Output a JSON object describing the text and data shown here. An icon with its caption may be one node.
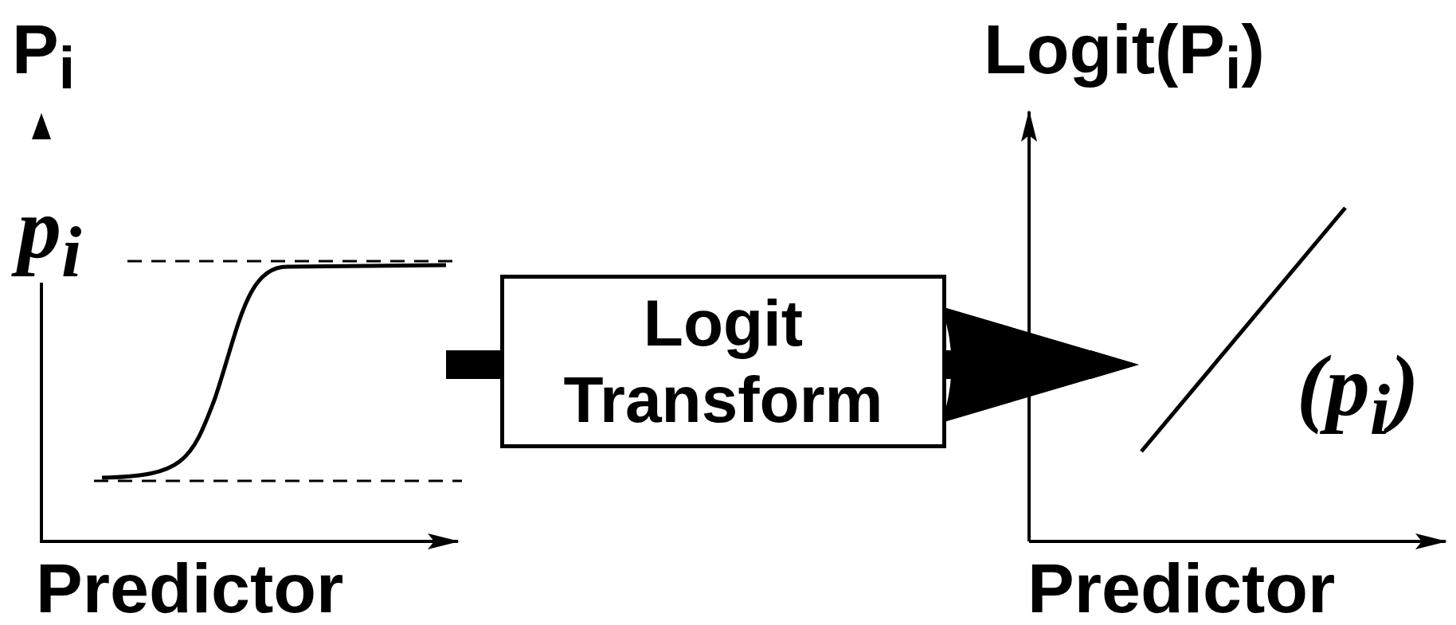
{
  "diagram": {
    "nodes": [
      {
        "text": [],
        "shape": "picture"
      },
      {
        "text": [
          "Logit Transform"
        ]
      },
      {
        "text": [],
        "shape": "picture"
      }
    ],
    "edges": [
      {
        "from": 0,
        "to": 1,
        "arrow": "none"
      },
      {
        "from": 1,
        "to": 2,
        "arrow": "to"
      }
    ],
    "labels": [
      "P$_{i}$",
      "p$_{i}$",
      "Predictor",
      "Logit(P$_{i}$)",
      "(p$_{i}$)",
      "Predictor"
    ]
  }
}
